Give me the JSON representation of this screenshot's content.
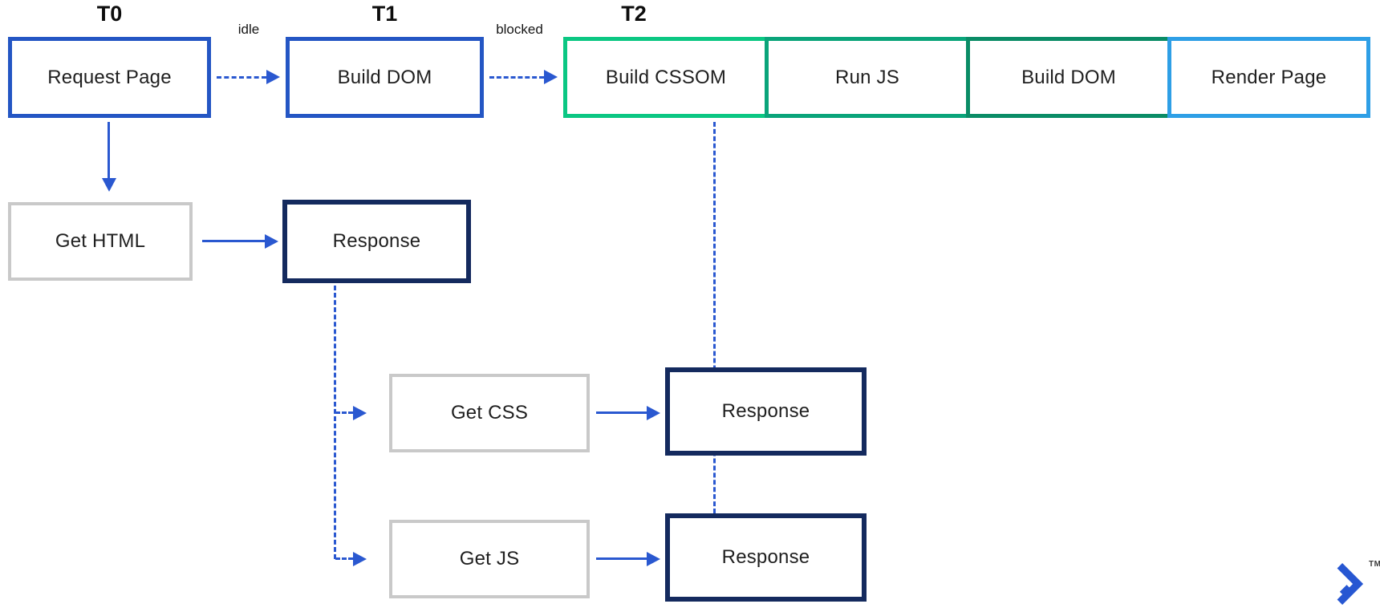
{
  "diagram": {
    "title_context": "Browser page-load timeline diagram",
    "timeline_labels": [
      "T0",
      "T1",
      "T2"
    ],
    "edge_labels": {
      "idle": "idle",
      "blocked": "blocked"
    },
    "nodes": {
      "request_page": {
        "label": "Request Page"
      },
      "build_dom_1": {
        "label": "Build DOM"
      },
      "build_cssom": {
        "label": "Build CSSOM"
      },
      "run_js": {
        "label": "Run JS"
      },
      "build_dom_2": {
        "label": "Build DOM"
      },
      "render_page": {
        "label": "Render Page"
      },
      "get_html": {
        "label": "Get HTML"
      },
      "response_html": {
        "label": "Response"
      },
      "get_css": {
        "label": "Get CSS"
      },
      "response_css": {
        "label": "Response"
      },
      "get_js": {
        "label": "Get JS"
      },
      "response_js": {
        "label": "Response"
      }
    },
    "colors": {
      "primary_blue": "#2456c4",
      "arrow_blue": "#2a58d0",
      "bright_green": "#0bc783",
      "medium_green": "#0aa47a",
      "dark_green": "#0a8c66",
      "light_blue": "#2e9fe6",
      "gray_border": "#c9c9c9",
      "navy": "#142a5e",
      "logo_blue": "#2757d2"
    },
    "logo": {
      "tm": "TM"
    }
  }
}
